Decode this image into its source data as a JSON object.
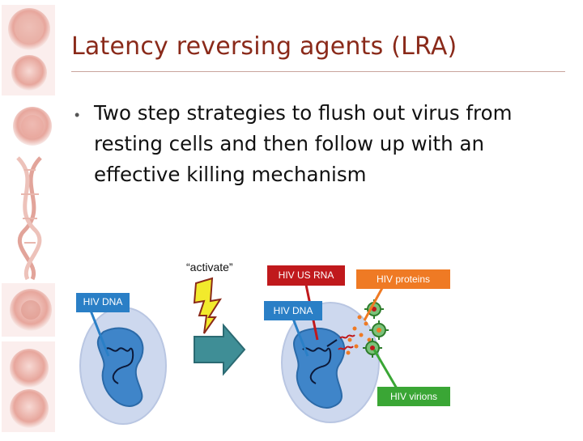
{
  "slide": {
    "title": "Latency reversing agents (LRA)",
    "bullet_marker": "•",
    "bullet": "Two step strategies to flush out virus from resting cells and then follow up with an effective killing mechanism"
  },
  "diagram": {
    "activate_label": "“activate”",
    "hiv_dna_left": "HIV DNA",
    "hiv_us_rna": "HIV US RNA",
    "hiv_proteins": "HIV proteins",
    "hiv_dna_right": "HIV DNA",
    "hiv_virions": "HIV virions"
  },
  "colors": {
    "title": "#8a2a1a",
    "dna_blue": "#2a7fc6",
    "rna_red": "#c0191c",
    "protein_orange": "#ef7a24",
    "virion_green": "#3aa635",
    "cell": "#c9d6ee",
    "nucleus": "#3f85c9",
    "arrow": "#3f8e96",
    "bolt": "#f2ea2c"
  },
  "icons": {
    "sidebar": [
      "virus-image",
      "virus-image",
      "dna-helix-image",
      "virus-image",
      "virus-image"
    ],
    "activate": "lightning-bolt-icon",
    "step_arrow": "right-arrow-icon"
  }
}
